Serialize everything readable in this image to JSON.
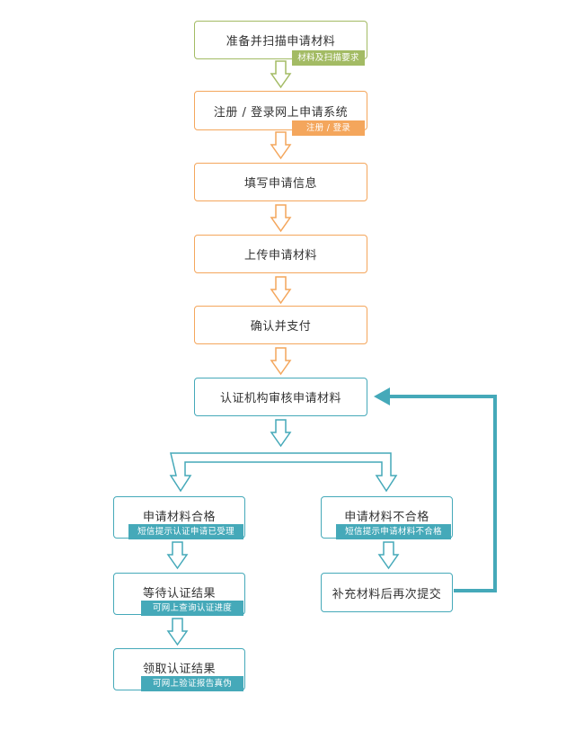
{
  "colors": {
    "green": "#a3bb64",
    "orange": "#f4a65c",
    "teal": "#45a9b9"
  },
  "steps": [
    {
      "label": "准备并扫描申请材料",
      "tag": "材料及扫描要求"
    },
    {
      "label": "注册 / 登录网上申请系统",
      "tag": "注册 / 登录"
    },
    {
      "label": "填写申请信息"
    },
    {
      "label": "上传申请材料"
    },
    {
      "label": "确认并支付"
    },
    {
      "label": "认证机构审核申请材料"
    }
  ],
  "branch_pass": [
    {
      "label": "申请材料合格",
      "tag": "短信提示认证申请已受理"
    },
    {
      "label": "等待认证结果",
      "tag": "可网上查询认证进度"
    },
    {
      "label": "领取认证结果",
      "tag": "可网上验证报告真伪"
    }
  ],
  "branch_fail": [
    {
      "label": "申请材料不合格",
      "tag": "短信提示申请材料不合格"
    },
    {
      "label": "补充材料后再次提交"
    }
  ]
}
